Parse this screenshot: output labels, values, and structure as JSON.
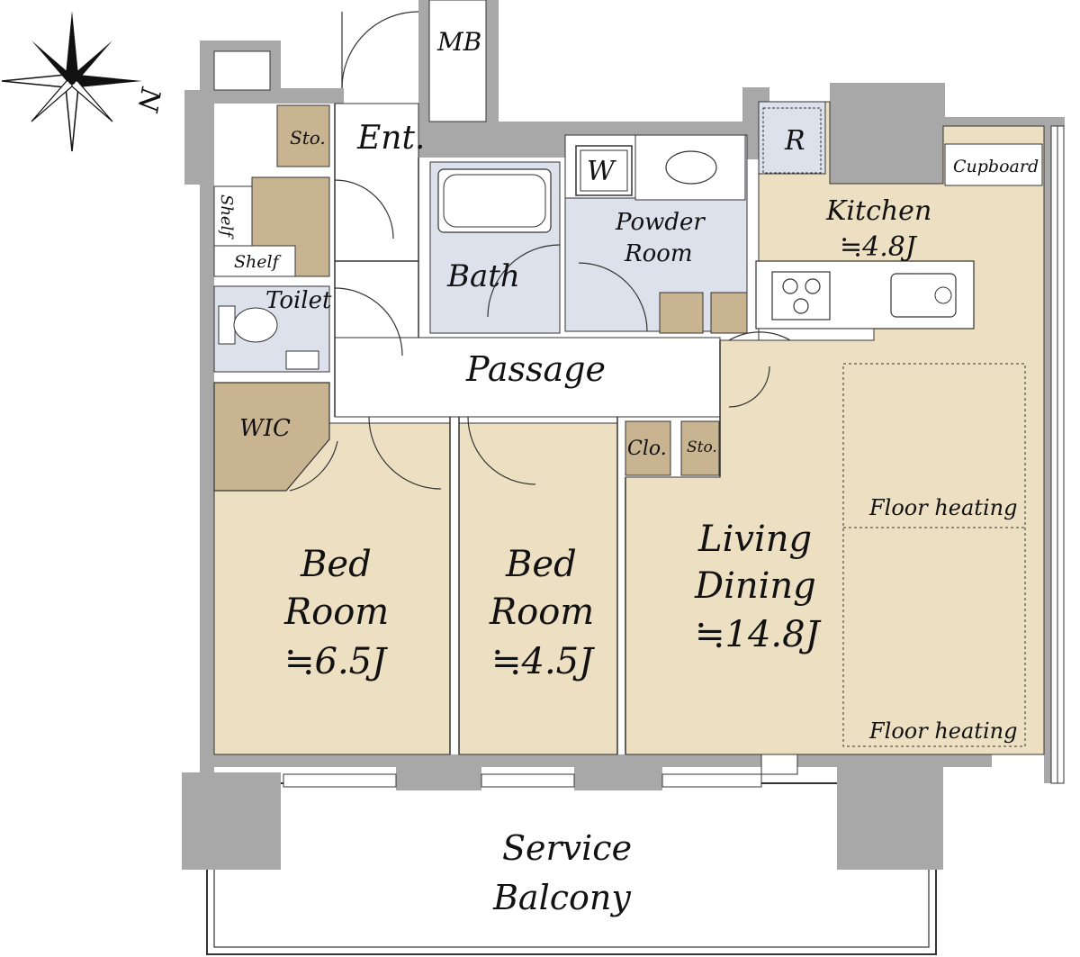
{
  "compass": {
    "north_label": "N"
  },
  "rooms": {
    "mb": "MB",
    "storage_top": "Sto.",
    "entrance": "Ent.",
    "shelf_vertical": "Shelf",
    "shelf": "Shelf",
    "toilet": "Toilet",
    "wic": "WIC",
    "washer": "W",
    "bath": "Bath",
    "powder_room_1": "Powder",
    "powder_room_2": "Room",
    "refrigerator": "R",
    "cupboard": "Cupboard",
    "kitchen": "Kitchen",
    "kitchen_size": "≒4.8J",
    "passage": "Passage",
    "closet": "Clo.",
    "storage_mid": "Sto.",
    "bed1_line1": "Bed",
    "bed1_line2": "Room",
    "bed1_size": "≒6.5J",
    "bed2_line1": "Bed",
    "bed2_line2": "Room",
    "bed2_size": "≒4.5J",
    "living_line1": "Living",
    "living_line2": "Dining",
    "living_size": "≒14.8J",
    "floor_heating_1": "Floor heating",
    "floor_heating_2": "Floor heating",
    "balcony_line1": "Service",
    "balcony_line2": "Balcony"
  },
  "colors": {
    "wall": "#a8a8a8",
    "room_beige": "#ede0c2",
    "storage_tan": "#c9b492",
    "wet_blue": "#dde1ec",
    "floor_white": "#ffffff",
    "line": "#333333"
  }
}
